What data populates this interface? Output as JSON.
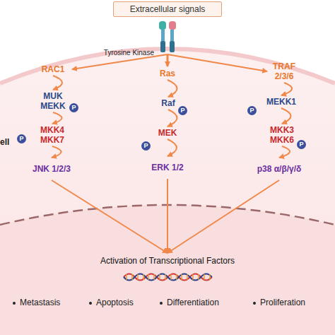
{
  "diagram": {
    "nodes": [
      {
        "text": [
          "Extracellular signals"
        ]
      },
      {
        "text": [
          "Tyrosine Kinase"
        ]
      },
      {
        "text": [
          "RAC1"
        ]
      },
      {
        "text": [
          "Ras"
        ]
      },
      {
        "text": [
          "TRAF 2/3/6"
        ]
      },
      {
        "text": [
          "MUK MEKK"
        ]
      },
      {
        "text": [
          "Raf"
        ]
      },
      {
        "text": [
          "MEKK1"
        ]
      },
      {
        "text": [
          "MKK4 MKK7"
        ]
      },
      {
        "text": [
          "MEK"
        ]
      },
      {
        "text": [
          "MKK3 MKK6"
        ]
      },
      {
        "text": [
          "JNK 1/2/3"
        ]
      },
      {
        "text": [
          "ERK 1/2"
        ]
      },
      {
        "text": [
          "p38 α/β/γ/δ"
        ]
      },
      {
        "text": [
          "Activation of Transcriptional Factors"
        ]
      }
    ],
    "edges": [
      {
        "from": 1,
        "to": 2,
        "arrow": "to"
      },
      {
        "from": 1,
        "to": 3,
        "arrow": "to"
      },
      {
        "from": 1,
        "to": 4,
        "arrow": "to"
      },
      {
        "from": 2,
        "to": 5,
        "arrow": "to"
      },
      {
        "from": 3,
        "to": 6,
        "arrow": "to"
      },
      {
        "from": 4,
        "to": 7,
        "arrow": "to"
      },
      {
        "from": 5,
        "to": 8,
        "arrow": "to"
      },
      {
        "from": 6,
        "to": 9,
        "arrow": "to"
      },
      {
        "from": 7,
        "to": 10,
        "arrow": "to"
      },
      {
        "from": 8,
        "to": 11,
        "arrow": "to"
      },
      {
        "from": 9,
        "to": 12,
        "arrow": "to"
      },
      {
        "from": 10,
        "to": 13,
        "arrow": "to"
      },
      {
        "from": 11,
        "to": 14,
        "arrow": "to"
      },
      {
        "from": 12,
        "to": 14,
        "arrow": "to"
      },
      {
        "from": 13,
        "to": 14,
        "arrow": "to"
      }
    ],
    "labels": [
      "ell",
      "P",
      "P",
      "P",
      "P",
      "P",
      "P",
      "Metastasis",
      "Apoptosis",
      "Differentiation",
      "Proliferation"
    ]
  }
}
